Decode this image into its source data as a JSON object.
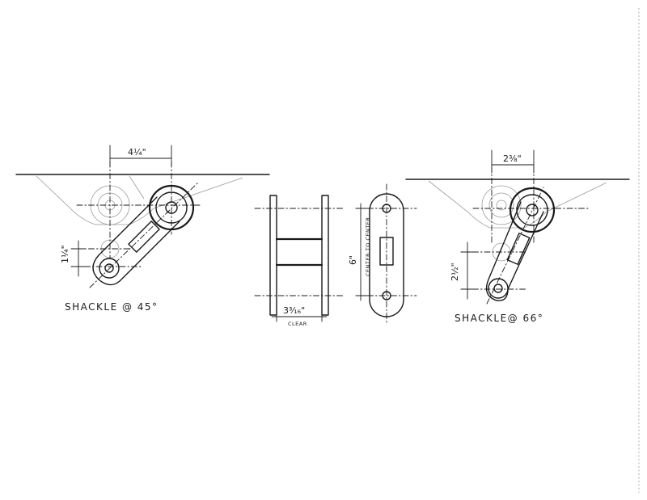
{
  "views": {
    "left": {
      "caption": "SHACKLE @ 45°",
      "dim_top": "4¼\"",
      "dim_side": "1¼\""
    },
    "middle": {
      "dim_bottom": "3³⁄₁₆\"",
      "dim_bottom_note": "CLEAR"
    },
    "plate": {
      "dim_height": "6\"",
      "dim_note": "CENTER TO CENTER"
    },
    "right": {
      "caption": "SHACKLE@ 66°",
      "dim_top": "2⅜\"",
      "dim_side": "2½\""
    }
  },
  "colors": {
    "ink": "#1a1a1a",
    "ghost": "#9a9a9a",
    "paper": "#ffffff"
  }
}
